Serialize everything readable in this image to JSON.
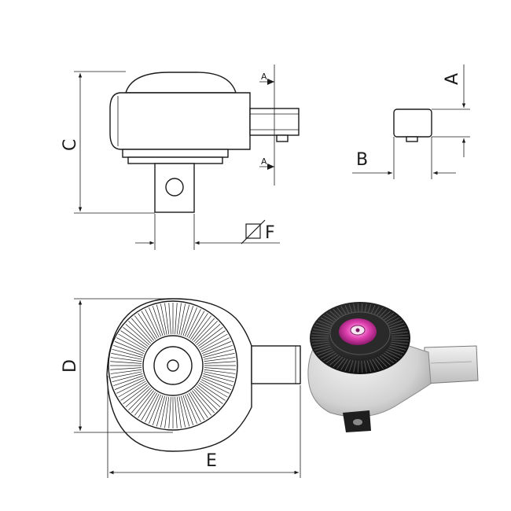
{
  "labels": {
    "A": "A",
    "B": "B",
    "C": "C",
    "D": "D",
    "E": "E",
    "F": "F",
    "section_top": "A",
    "section_bottom": "A"
  },
  "colors": {
    "line": "#1a1a1a",
    "knurl_dark": "#2b2b2b",
    "body_grey": "#d9d9d9",
    "accent_pink": "#e040b0"
  },
  "icons": {
    "square_drive": "square-diagonal-icon",
    "product_photo": "ratchet-head-photo"
  }
}
